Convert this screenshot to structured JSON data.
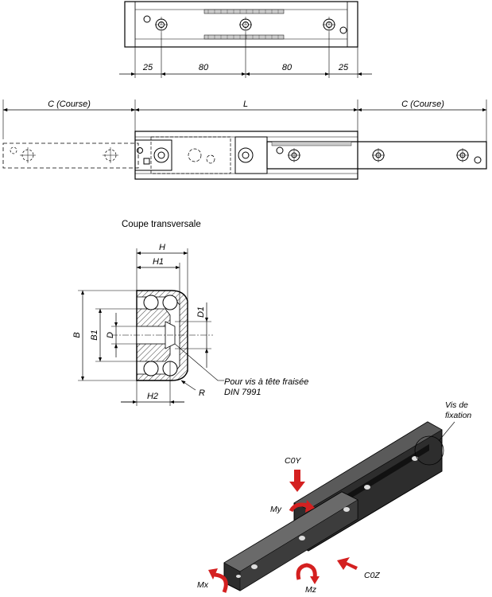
{
  "top_view": {
    "dimensions": [
      "25",
      "80",
      "80",
      "25"
    ]
  },
  "side_view": {
    "course_left": "C (Course)",
    "length": "L",
    "course_right": "C (Course)"
  },
  "cross_section": {
    "title": "Coupe transversale",
    "H": "H",
    "H1": "H1",
    "H2": "H2",
    "B": "B",
    "B1": "B1",
    "D": "D",
    "D1": "D1",
    "R": "R",
    "note_line1": "Pour vis à tête fraisée",
    "note_line2": "DIN 7991"
  },
  "iso_view": {
    "screw_line1": "Vis de",
    "screw_line2": "fixation",
    "load_y": "C0Y",
    "load_z": "C0Z",
    "moment_y": "My",
    "moment_x": "Mx",
    "moment_z": "Mz",
    "arrow_color": "#d42020",
    "rail_color": "#2a2a2a"
  }
}
